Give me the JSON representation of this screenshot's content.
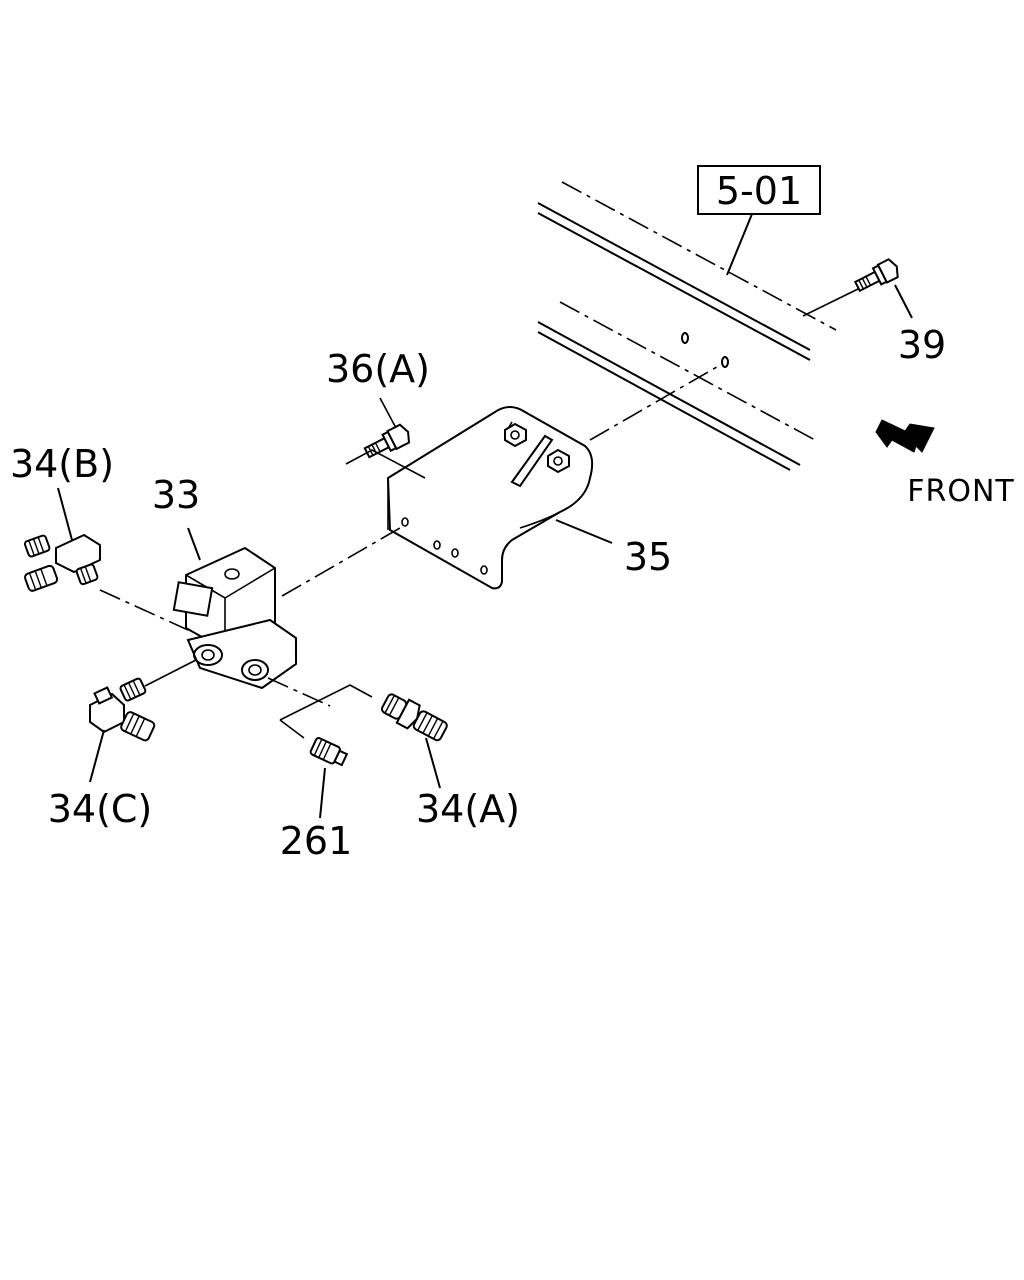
{
  "callouts": {
    "ref_box": "5-01",
    "bolt_39": "39",
    "front_label": "FRONT",
    "bolt_36a": "36(A)",
    "fitting_34b": "34(B)",
    "valve_33": "33",
    "bracket_35": "35",
    "fitting_34c": "34(C)",
    "plug_261": "261",
    "fitting_34a": "34(A)"
  },
  "icons": {
    "front_arrow": "front-direction-arrow-icon"
  }
}
